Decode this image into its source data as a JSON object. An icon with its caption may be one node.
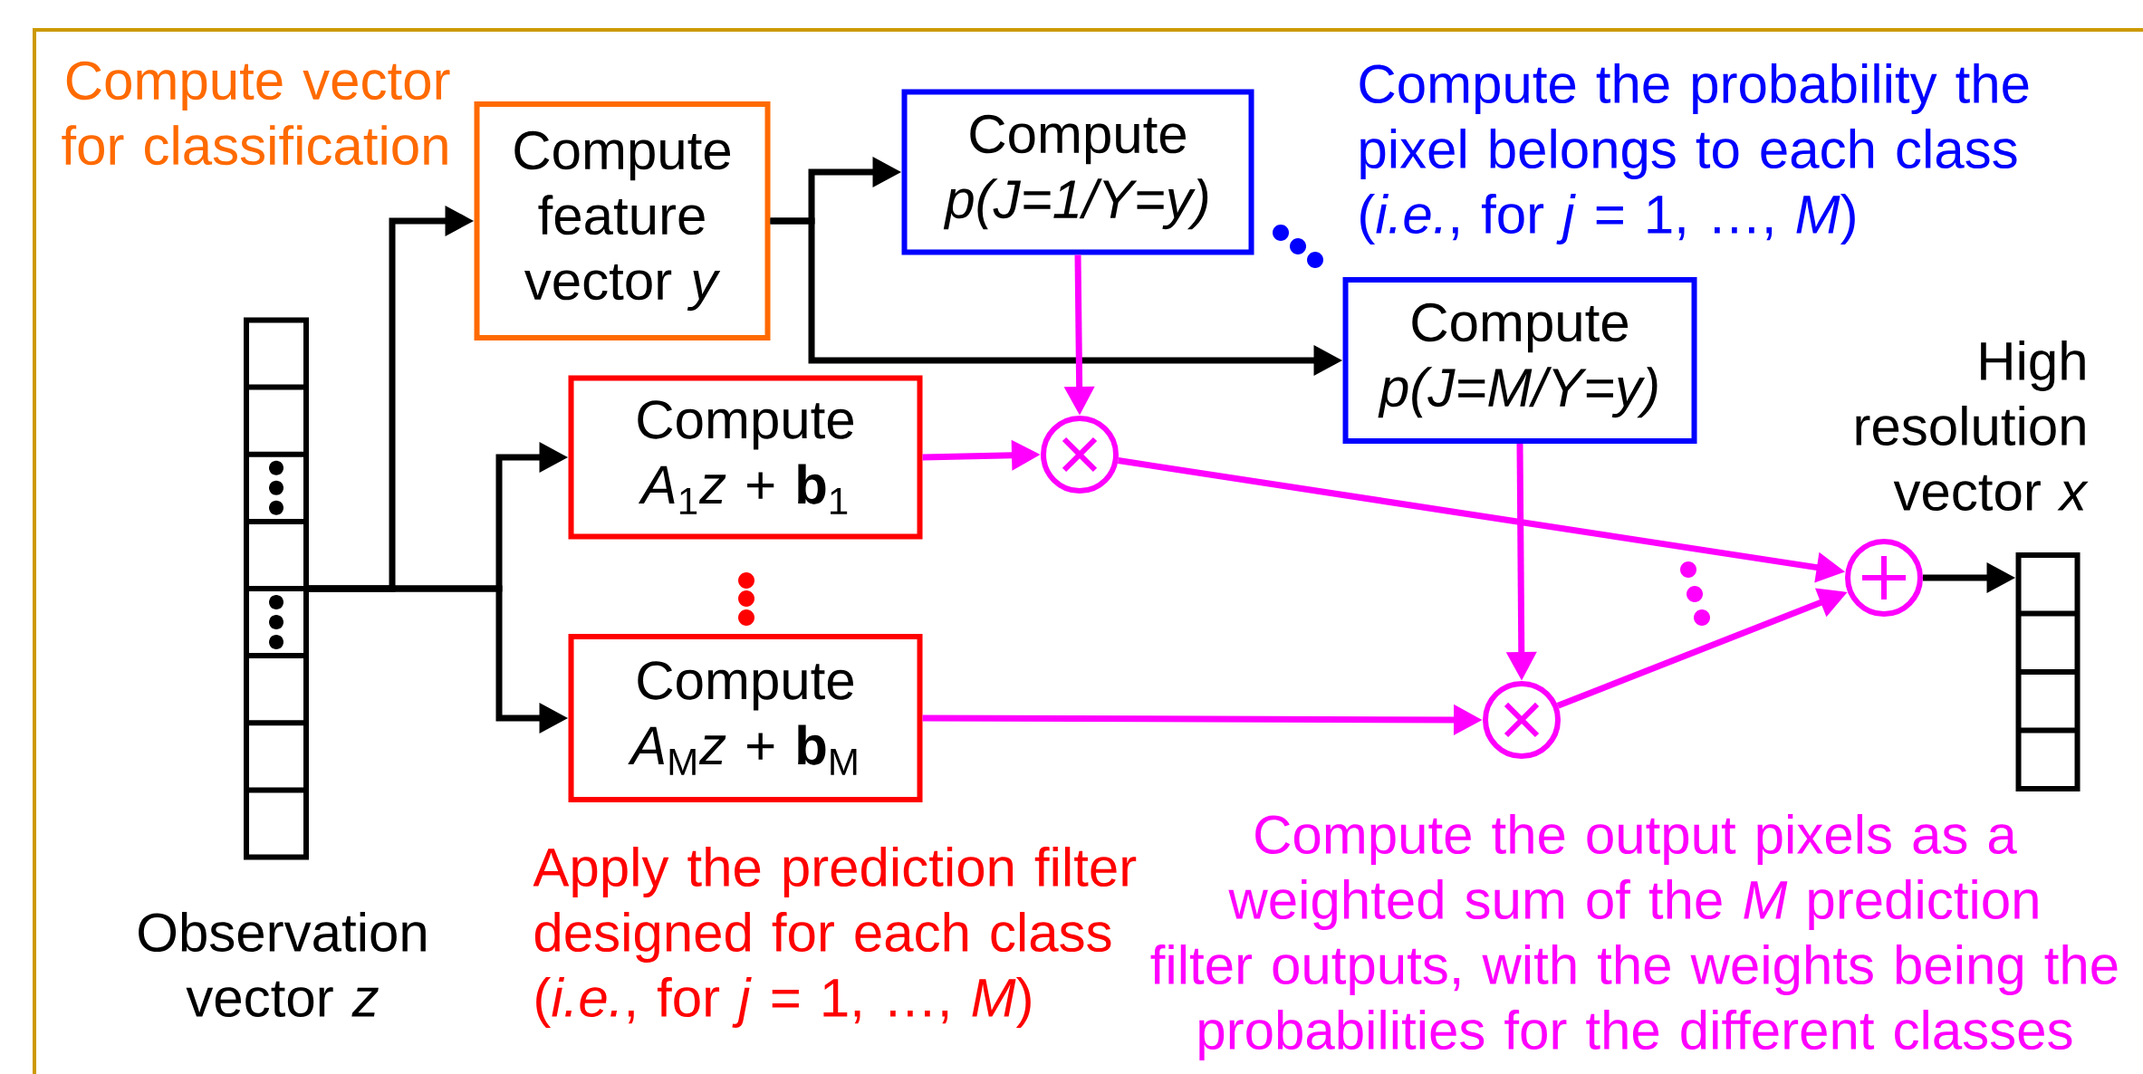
{
  "diagram": {
    "nodes": [
      {
        "text": [],
        "shape": "bar",
        "beside": [
          "Observation vector *z*"
        ]
      },
      {
        "text": [
          "Compute feature vector *y*"
        ]
      },
      {
        "text": [
          "Compute *p(J=1/Y=y)*"
        ]
      },
      {
        "text": [
          "Compute *p(J=M/Y=y)*"
        ]
      },
      {
        "text": [
          "Compute *A*$_{1}$*z* + **b**$_{1}$"
        ]
      },
      {
        "text": [
          "Compute *A*$_{M}$*z* + **b**$_{M}$"
        ]
      },
      {
        "text": [],
        "shape": "circle"
      },
      {
        "text": [],
        "shape": "circle"
      },
      {
        "text": [],
        "shape": "circle"
      },
      {
        "text": [],
        "shape": "bar",
        "beside": [
          "High resolution vector *x*"
        ]
      }
    ],
    "edges": [
      {
        "from": 0,
        "to": 1,
        "arrow": "to"
      },
      {
        "from": 0,
        "to": 4,
        "arrow": "to"
      },
      {
        "from": 0,
        "to": 5,
        "arrow": "to"
      },
      {
        "from": 1,
        "to": 2,
        "arrow": "to"
      },
      {
        "from": 1,
        "to": 3,
        "arrow": "to"
      },
      {
        "from": 2,
        "to": 6,
        "arrow": "to",
        "color": "#ff00ff"
      },
      {
        "from": 4,
        "to": 6,
        "arrow": "to",
        "color": "#ff00ff"
      },
      {
        "from": 3,
        "to": 7,
        "arrow": "to",
        "color": "#ff00ff"
      },
      {
        "from": 5,
        "to": 7,
        "arrow": "to",
        "color": "#ff00ff"
      },
      {
        "from": 6,
        "to": 8,
        "arrow": "to",
        "color": "#ff00ff"
      },
      {
        "from": 7,
        "to": 8,
        "arrow": "to",
        "color": "#ff00ff"
      },
      {
        "from": 8,
        "to": 9,
        "arrow": "to"
      }
    ],
    "labels": [
      "Compute vector for classification",
      "Compute the probability the pixel belongs to each class (*i.e.*, for *j* = 1, …, *M*)",
      "Apply the prediction filter designed for each class (*i.e.*, for *j* = 1, …, *M*)",
      "Compute the output pixels as a weighted sum of the *M* prediction filter outputs, with the weights being the probabilities for the different classes"
    ]
  }
}
